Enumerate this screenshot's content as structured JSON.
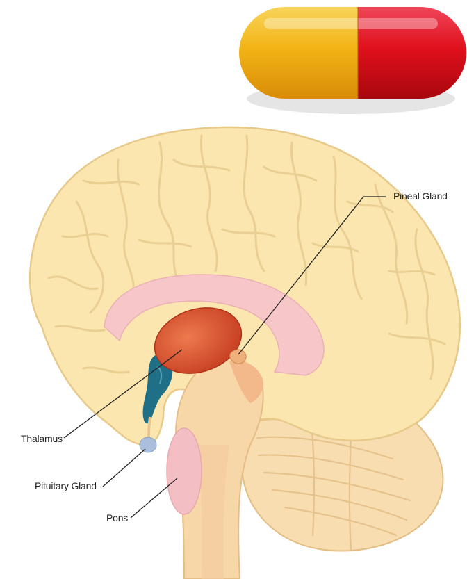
{
  "labels": {
    "pineal_gland": "Pineal Gland",
    "thalamus": "Thalamus",
    "pituitary_gland": "Pituitary Gland",
    "pons": "Pons"
  },
  "colors": {
    "capsule_yellow": "#f2b416",
    "capsule_red": "#e0101c",
    "brain_cream": "#fbe6b0",
    "brain_outline": "#e7c98a",
    "thalamus_red": "#d8482a",
    "ventricle_blue": "#1f6f86",
    "pons_pink": "#f3bfc4",
    "pituitary_blue": "#a9bfdc"
  }
}
